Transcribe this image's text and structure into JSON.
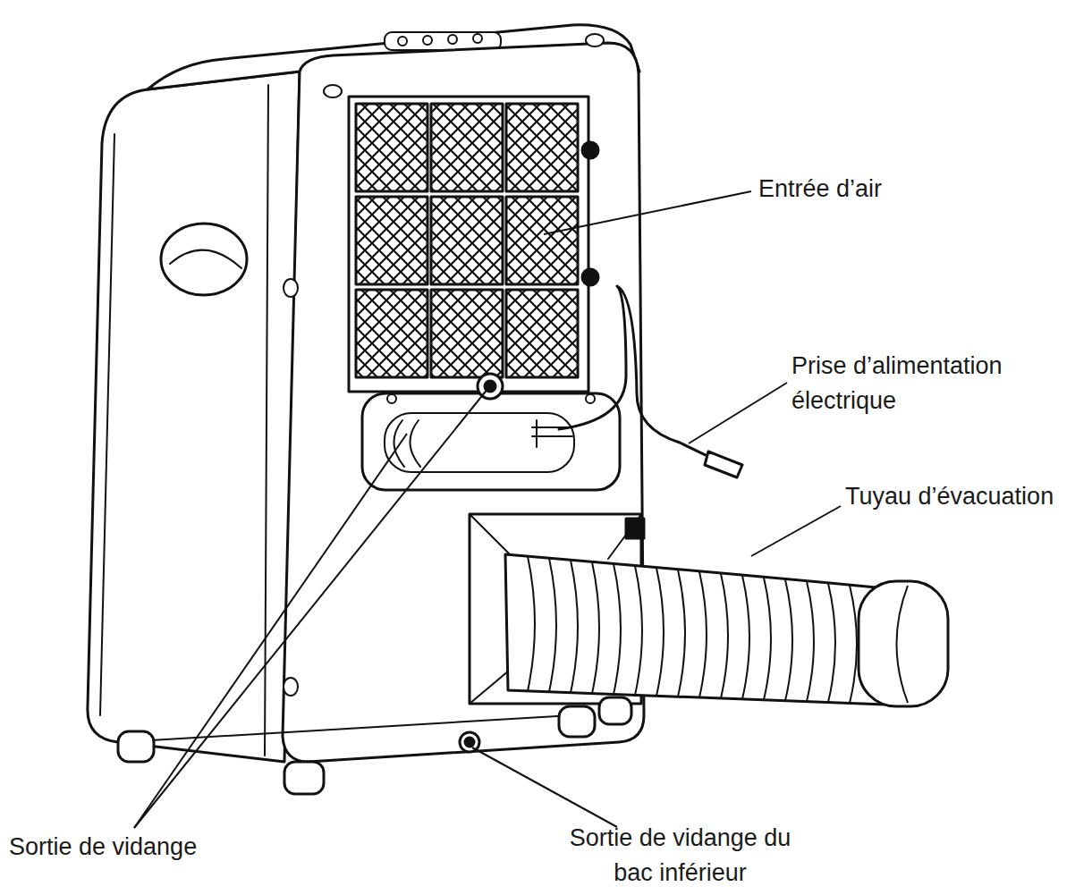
{
  "diagram": {
    "labels": [
      "Entrée d’air",
      "Prise d’alimentation électrique",
      "Tuyau d’évacuation",
      "Sortie de vidange",
      "Sortie de vidange du bac inférieur"
    ]
  }
}
